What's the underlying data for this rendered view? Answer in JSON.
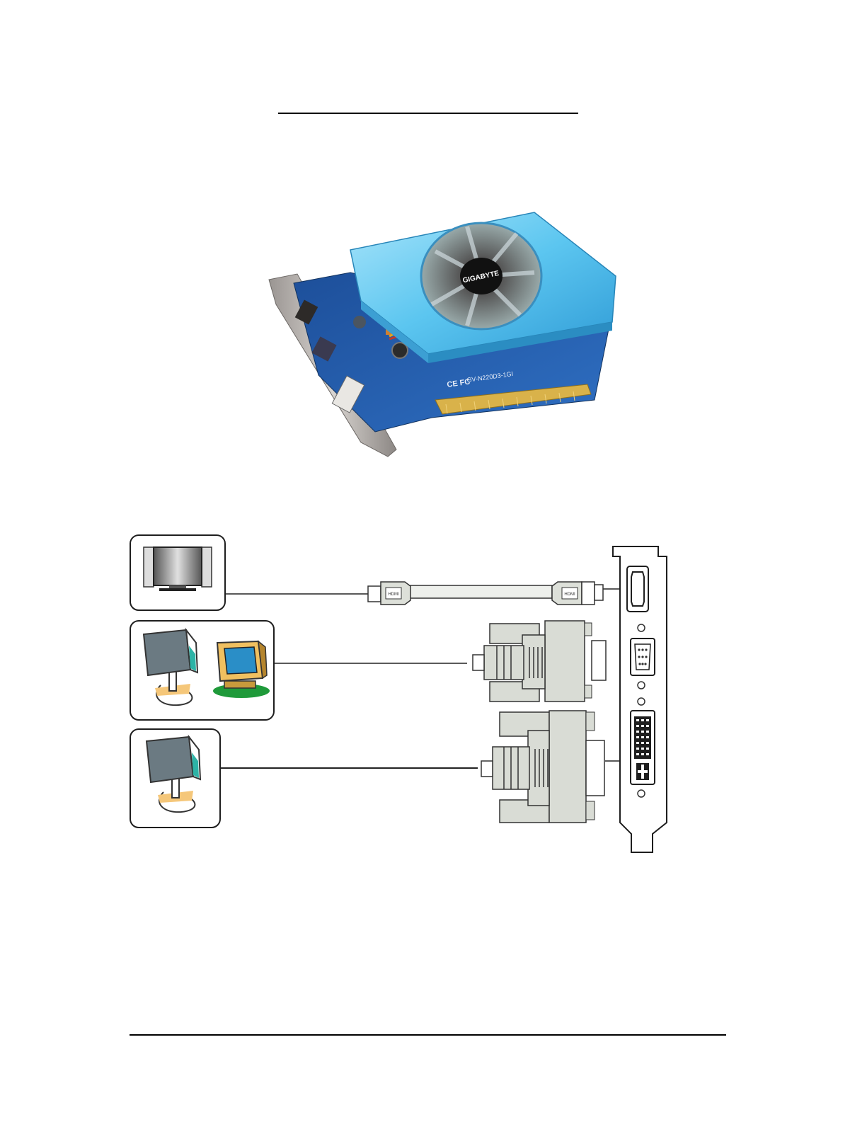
{
  "page": {
    "title_rule": true
  },
  "graphics_card": {
    "brand_logo": "GIGABYTE",
    "fan_logo": "GIGABYTE",
    "pcb_print": "GV-N220D3-1GI",
    "pcb_marks": "CE FC"
  },
  "connection_diagram": {
    "displays": [
      {
        "name": "hdtv",
        "icon": "flat-tv-icon",
        "port": "HDMI"
      },
      {
        "name": "analog-monitors",
        "icon": "crt-monitor-icon",
        "port": "D-Sub"
      },
      {
        "name": "digital-lcd-monitor",
        "icon": "lcd-monitor-icon",
        "port": "DVI-I"
      }
    ],
    "hdmi_plug_text": "HDMI",
    "colors": {
      "card_blue": "#2a5fb0",
      "fan_shroud": "#6fd0f5",
      "connector_gray": "#d9dcd5",
      "frame": "#1e1e1e"
    }
  },
  "footer": {
    "rule": true
  }
}
